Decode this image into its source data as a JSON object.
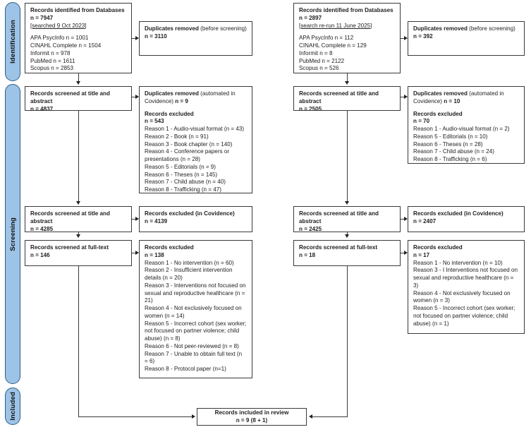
{
  "diagram": {
    "type": "prisma-flow-diagram",
    "title": "PRISMA flow diagram",
    "stages": [
      {
        "id": "identification",
        "label": "Identification"
      },
      {
        "id": "screening",
        "label": "Screening"
      },
      {
        "id": "included",
        "label": "Included"
      }
    ],
    "colors": {
      "stage_bar_fill": "#9DC3E6",
      "stage_bar_border": "#2E5E86",
      "box_border": "#3a3a3a",
      "connector": "#3a3a3a",
      "background": "#ffffff"
    }
  },
  "left_column": {
    "identified": {
      "heading": "Records identified from Databases",
      "count_line": "n = 7947",
      "search_note": "[searched 9 Oct 2023]",
      "sources": [
        "APA PsycInfo n = 1001",
        "CINAHL Complete n = 1504",
        "Informit n = 978",
        "PubMed n = 1611",
        "Scopus n = 2853"
      ]
    },
    "duplicates_removed": {
      "heading": "Duplicates removed",
      "heading_note": "(before screening)",
      "count_line": "n = 3110"
    },
    "screened_title_abstract_1": {
      "heading": "Records screened at title and abstract",
      "count_line": "n = 4837"
    },
    "excluded_automated": {
      "heading": "Duplicates removed",
      "heading_note": "(automated in Covidence)",
      "count_inline": "n = 9",
      "excluded_heading": "Records excluded",
      "excluded_count": "n = 543",
      "reasons": [
        "Reason 1 - Audio-visual format (n = 43)",
        "Reason 2 - Book (n = 91)",
        "Reason 3 - Book chapter (n = 140)",
        "Reason 4 - Conference papers or presentations (n = 28)",
        "Reason 5 - Editorials (n = 9)",
        "Reason 6 - Theses (n = 145)",
        "Reason 7 - Child abuse (n = 40)",
        "Reason 8 - Trafficking (n = 47)"
      ]
    },
    "screened_title_abstract_2": {
      "heading": "Records screened at title and abstract",
      "count_line": "n = 4285"
    },
    "excluded_covidence": {
      "heading": "Records excluded (in Covidence)",
      "count_line": "n = 4139"
    },
    "screened_fulltext": {
      "heading": "Records screened at full-text",
      "count_line": "n = 146"
    },
    "excluded_fulltext": {
      "excluded_heading": "Records excluded",
      "excluded_count": "n = 138",
      "reasons": [
        "Reason 1 - No intervention (n = 60)",
        "Reason 2 - Insufficient intervention details (n = 20)",
        "Reason 3 - Interventions not focused on sexual and reproductive healthcare (n = 21)",
        "Reason 4 - Not exclusively focused on women (n = 14)",
        "Reason 5 - Incorrect cohort (sex worker; not focused on partner violence; child abuse) (n = 8)",
        "Reason 6 - Not peer-reviewed (n = 8)",
        "Reason 7 - Unable to obtain full text (n = 6)",
        "Reason 8 - Protocol paper (n=1)"
      ]
    }
  },
  "right_column": {
    "identified": {
      "heading": "Records identified from Databases",
      "count_line": "n = 2897",
      "search_note": "[search re-run 11 June 2025]",
      "sources": [
        "APA PsycInfo n = 112",
        "CINAHL Complete n = 129",
        "Informit n = 8",
        "PubMed n = 2122",
        "Scopus n = 526"
      ]
    },
    "duplicates_removed": {
      "heading": "Duplicates removed",
      "heading_note": "(before screening)",
      "count_line": "n = 392"
    },
    "screened_title_abstract_1": {
      "heading": "Records screened at title and abstract",
      "count_line": "n = 2505"
    },
    "excluded_automated": {
      "heading": "Duplicates removed",
      "heading_note": "(automated in Covidence)",
      "count_inline": "n = 10",
      "excluded_heading": "Records excluded",
      "excluded_count": "n = 70",
      "reasons": [
        "Reason 1 - Audio-visual format (n = 2)",
        "Reason 5 - Editorials (n = 10)",
        "Reason 6 - Theses (n = 28)",
        "Reason 7 - Child abuse (n = 24)",
        "Reason 8 - Trafficking (n = 6)"
      ]
    },
    "screened_title_abstract_2": {
      "heading": "Records screened at title and abstract",
      "count_line": "n = 2425"
    },
    "excluded_covidence": {
      "heading": "Records excluded (in Covidence)",
      "count_line": "n = 2407"
    },
    "screened_fulltext": {
      "heading": "Records screened at full-text",
      "count_line": "n = 18"
    },
    "excluded_fulltext": {
      "excluded_heading": "Records excluded",
      "excluded_count": "n = 17",
      "reasons": [
        "Reason 1 - No intervention (n = 10)",
        "Reason 3 - I Interventions not focused on sexual and reproductive healthcare (n = 3)",
        "Reason 4 - Not exclusively focused on women (n = 3)",
        "Reason 5 - Incorrect cohort (sex worker; not focused on partner violence; child abuse) (n = 1)"
      ]
    }
  },
  "included_box": {
    "heading": "Records included in review",
    "count_line": "n = 9 (8 + 1)"
  }
}
